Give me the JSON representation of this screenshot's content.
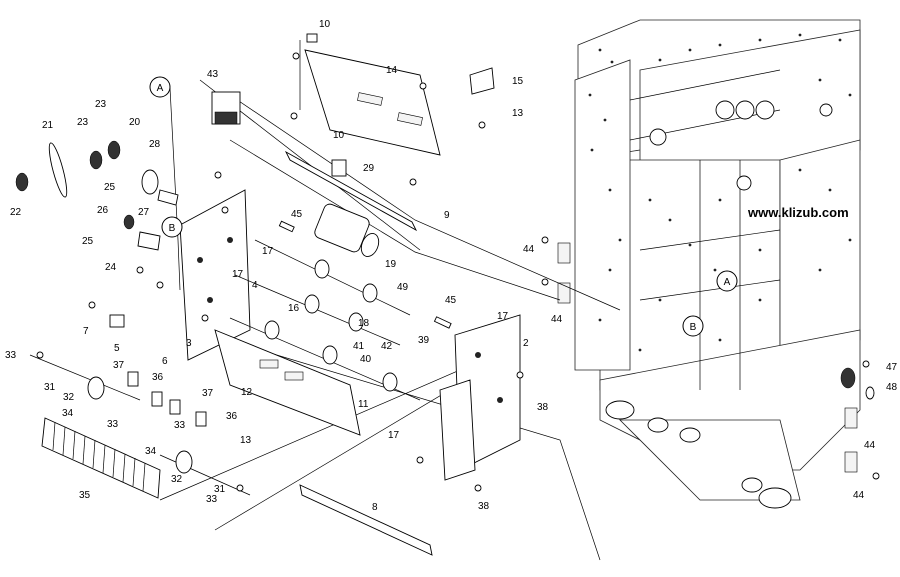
{
  "diagram": {
    "watermark": "www.klizub.com",
    "markers": [
      {
        "id": "marker-a-left",
        "letter": "A"
      },
      {
        "id": "marker-b-left",
        "letter": "B"
      },
      {
        "id": "marker-a-right",
        "letter": "A"
      },
      {
        "id": "marker-b-right",
        "letter": "B"
      }
    ],
    "part_numbers": [
      "10",
      "14",
      "15",
      "13",
      "43",
      "23",
      "20",
      "21",
      "23",
      "28",
      "10",
      "29",
      "22",
      "25",
      "27",
      "26",
      "45",
      "9",
      "25",
      "24",
      "17",
      "19",
      "17",
      "4",
      "49",
      "18",
      "45",
      "17",
      "16",
      "2",
      "7",
      "5",
      "3",
      "41",
      "42",
      "39",
      "6",
      "40",
      "33",
      "37",
      "36",
      "31",
      "32",
      "37",
      "12",
      "11",
      "36",
      "34",
      "33",
      "33",
      "38",
      "13",
      "17",
      "34",
      "35",
      "32",
      "31",
      "33",
      "8",
      "38",
      "44",
      "44",
      "47",
      "48",
      "44",
      "44"
    ]
  }
}
